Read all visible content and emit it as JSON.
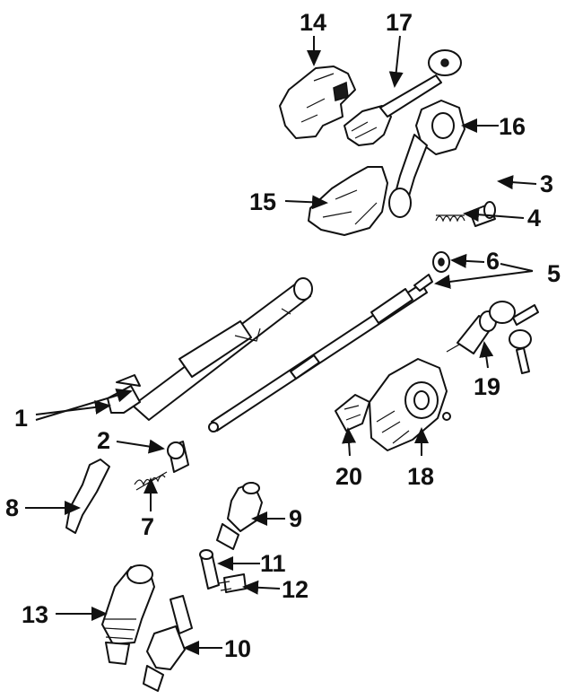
{
  "colors": {
    "ink": "#111111",
    "background": "#ffffff"
  },
  "callouts": {
    "c1": "1",
    "c2": "2",
    "c3": "3",
    "c4": "4",
    "c5": "5",
    "c6": "6",
    "c7": "7",
    "c8": "8",
    "c9": "9",
    "c10": "10",
    "c11": "11",
    "c12": "12",
    "c13": "13",
    "c14": "14",
    "c15": "15",
    "c16": "16",
    "c17": "17",
    "c18": "18",
    "c19": "19",
    "c20": "20"
  }
}
